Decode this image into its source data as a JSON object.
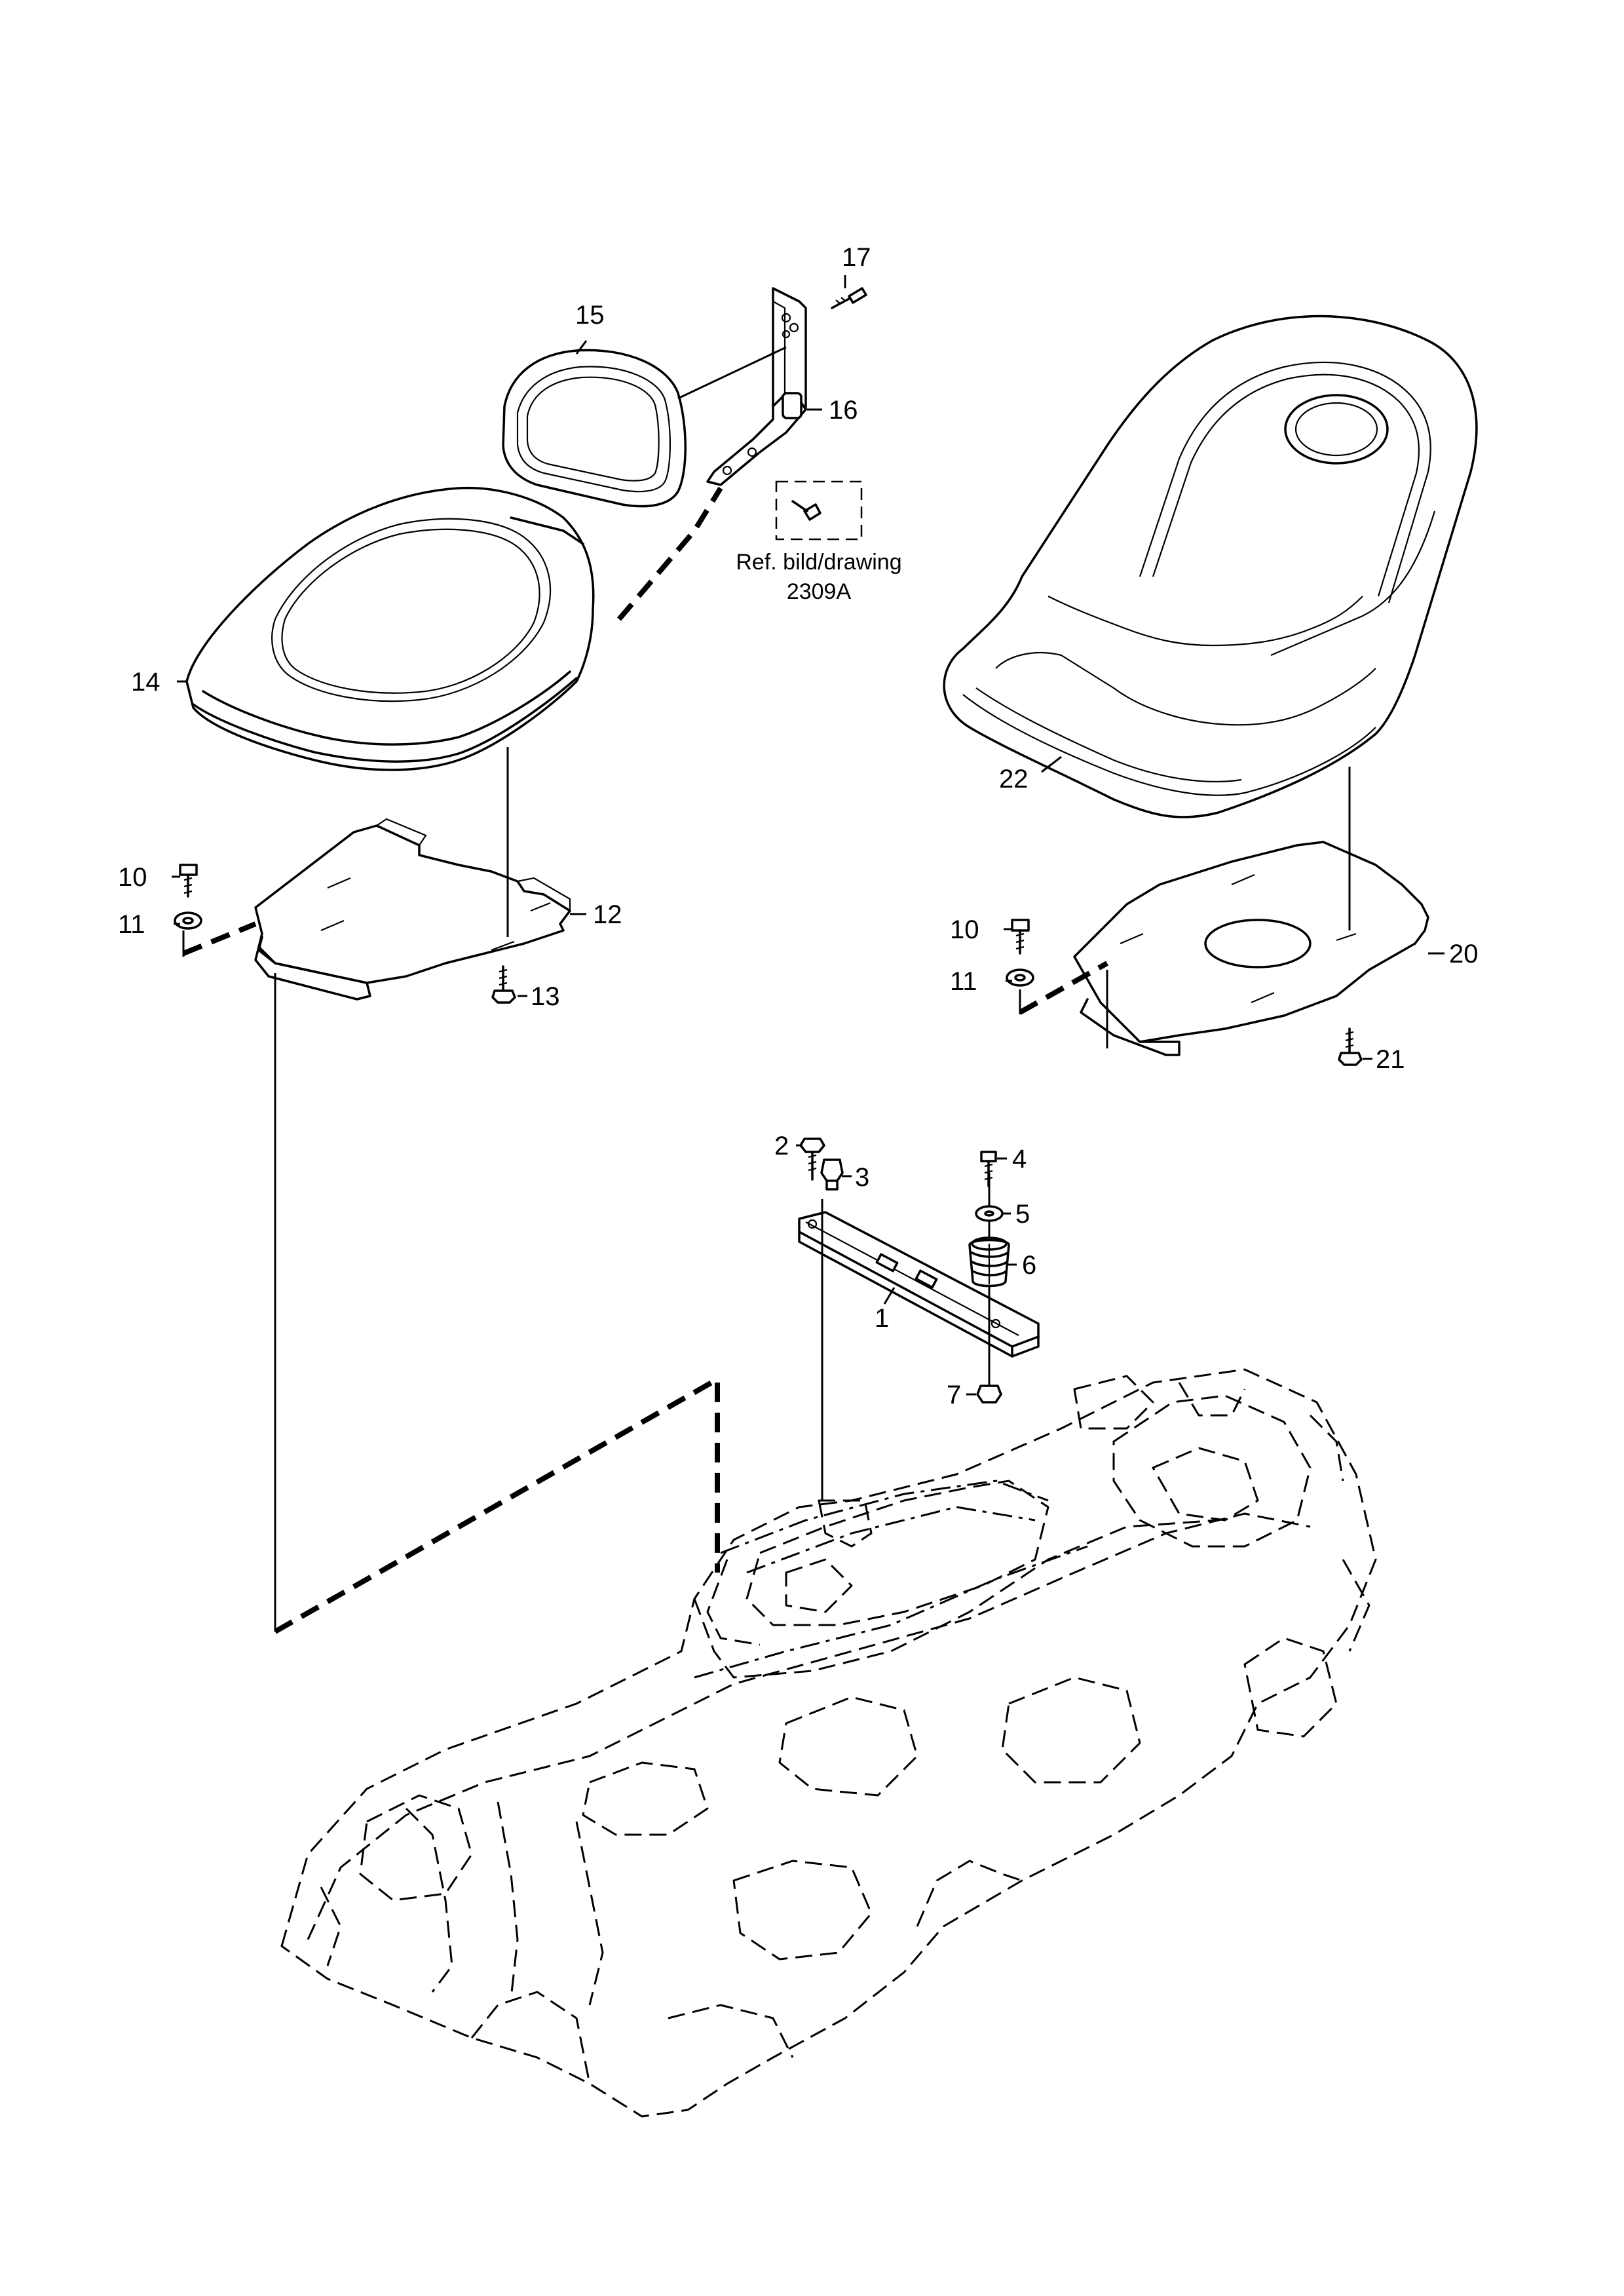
{
  "callouts": {
    "c1": "1",
    "c2": "2",
    "c3": "3",
    "c4": "4",
    "c5": "5",
    "c6": "6",
    "c7": "7",
    "c10a": "10",
    "c11a": "11",
    "c12": "12",
    "c13": "13",
    "c14": "14",
    "c15": "15",
    "c16": "16",
    "c17": "17",
    "c10b": "10",
    "c11b": "11",
    "c20": "20",
    "c21": "21",
    "c22": "22"
  },
  "reference": {
    "line1": "Ref. bild/drawing",
    "line2": "2309A"
  }
}
